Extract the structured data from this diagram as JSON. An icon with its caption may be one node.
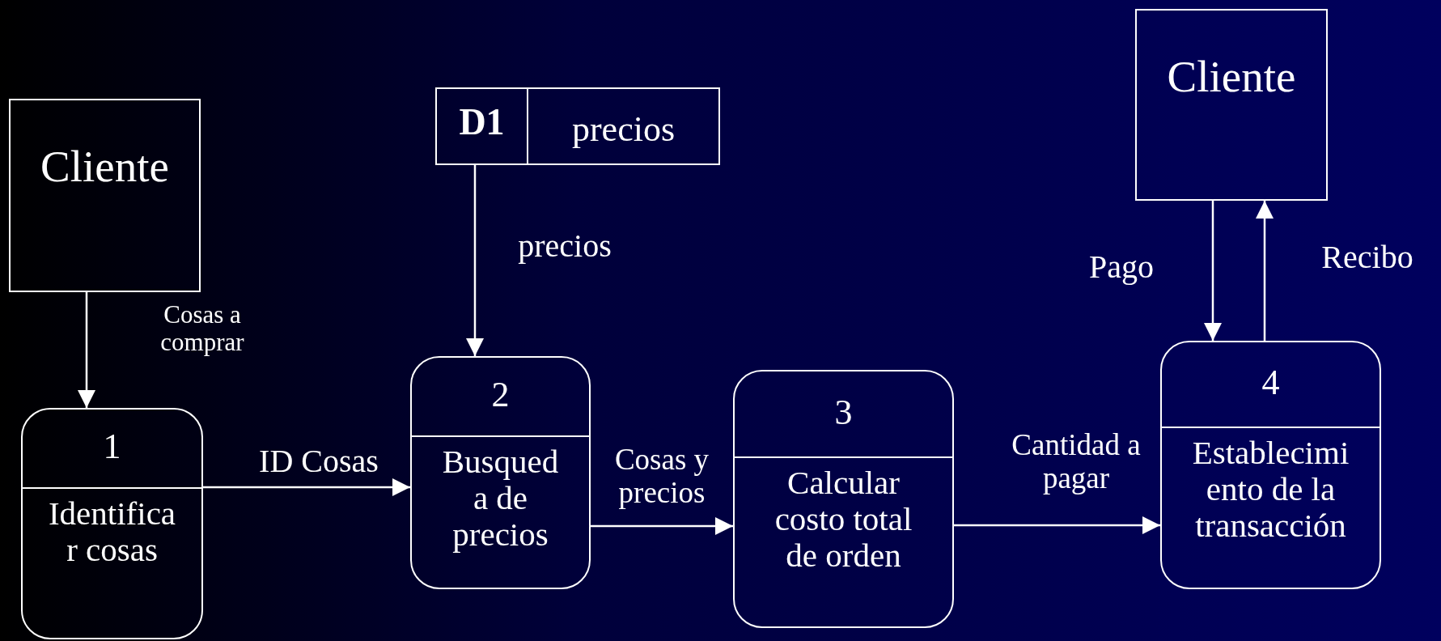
{
  "diagram": {
    "nodes": [
      {
        "text": [
          "Cliente"
        ]
      },
      {
        "text": [
          "D1",
          "precios"
        ]
      },
      {
        "text": [
          "Cliente"
        ]
      },
      {
        "text": [
          "1",
          "Identifica r cosas"
        ]
      },
      {
        "text": [
          "2",
          "Busqued a de precios"
        ]
      },
      {
        "text": [
          "3",
          "Calcular costo total de orden"
        ]
      },
      {
        "text": [
          "4",
          "Establecimi ento de la transacción"
        ]
      }
    ],
    "edges": [
      {
        "from": 0,
        "to": 3,
        "arrow": "to",
        "label": "Cosas a comprar"
      },
      {
        "from": 3,
        "to": 4,
        "arrow": "to",
        "label": "ID Cosas"
      },
      {
        "from": 1,
        "to": 4,
        "arrow": "to",
        "label": "precios"
      },
      {
        "from": 4,
        "to": 5,
        "arrow": "to",
        "label": "Cosas y precios"
      },
      {
        "from": 5,
        "to": 6,
        "arrow": "to",
        "label": "Cantidad a pagar"
      },
      {
        "from": 2,
        "to": 6,
        "arrow": "to",
        "label": "Pago"
      },
      {
        "from": 6,
        "to": 2,
        "arrow": "to",
        "label": "Recibo"
      }
    ]
  }
}
